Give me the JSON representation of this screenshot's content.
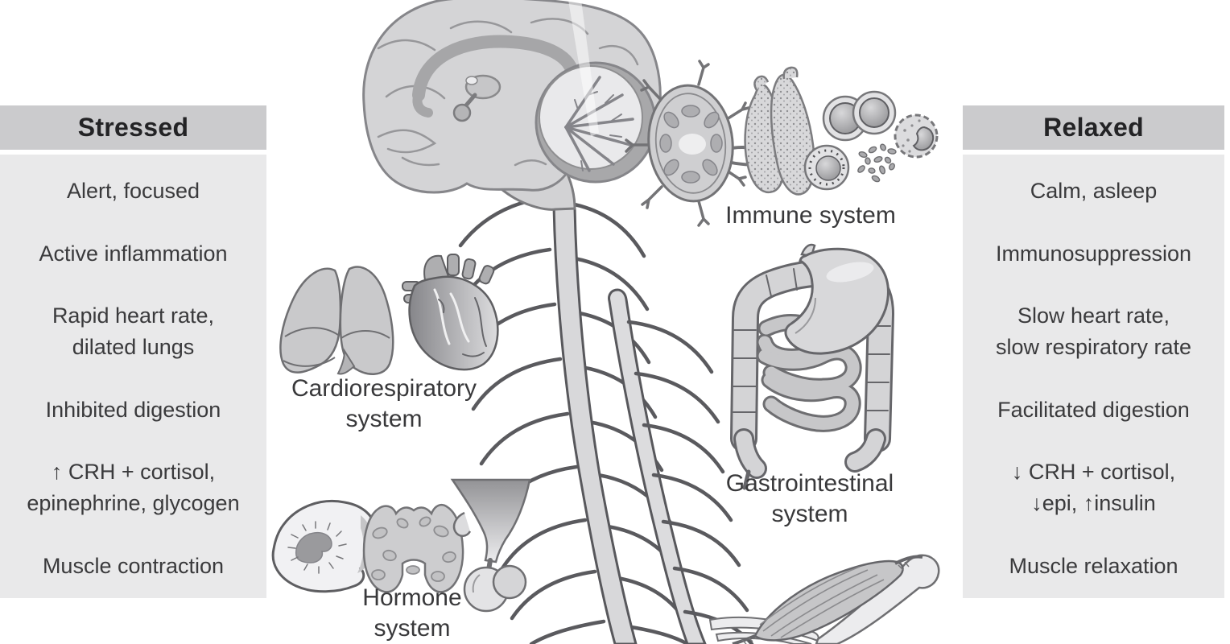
{
  "figure": {
    "left_panel": {
      "title": "Stressed",
      "items": [
        "Alert, focused",
        "Active inflammation",
        "Rapid heart rate,\ndilated lungs",
        "Inhibited digestion",
        "↑ CRH + cortisol,\nepinephrine, glycogen",
        "Muscle contraction"
      ]
    },
    "right_panel": {
      "title": "Relaxed",
      "items": [
        "Calm, asleep",
        "Immunosuppression",
        "Slow heart rate,\nslow respiratory rate",
        "Facilitated digestion",
        "↓ CRH + cortisol,\n↓epi, ↑insulin",
        "Muscle relaxation"
      ]
    },
    "system_labels": {
      "immune": "Immune system",
      "cardiorespiratory": "Cardiorespiratory\nsystem",
      "hormone": "Hormone\nsystem",
      "gastrointestinal": "Gastrointestinal\nsystem"
    },
    "colors": {
      "panel_header_bg": "#cbcbcd",
      "panel_body_bg": "#e9e9ea",
      "panel_text": "#3a3a3c",
      "header_text": "#232325",
      "label_text": "#39393b",
      "art_light_fill": "#d6d6d8",
      "art_mid_fill": "#b8b8ba",
      "art_outline": "#66666a",
      "background": "#ffffff"
    }
  }
}
